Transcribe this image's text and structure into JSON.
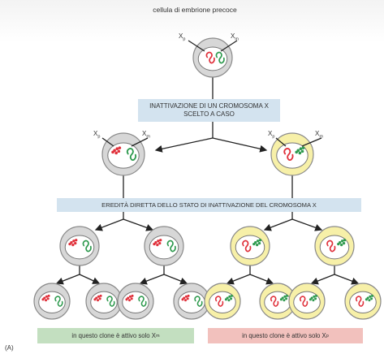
{
  "diagram": {
    "title": "cellula di embrione precoce",
    "banner_random": "INATTIVAZIONE DI UN CROMOSOMA X\nSCELTO A CASO",
    "banner_inherit": "EREDITÀ DIRETTA DELLO STATO DI INATTIVAZIONE DEL CROMOSOMA X",
    "clone_green_caption_prefix": "in questo clone è attivo solo X",
    "clone_green_caption_sub": "m",
    "clone_red_caption_prefix": "in questo clone è attivo solo X",
    "clone_red_caption_sub": "p",
    "panel_label": "(A)",
    "chromosome_label_letter": "X",
    "paternal_sub": "p",
    "maternal_sub": "m"
  },
  "colors": {
    "paternal": "#e0303a",
    "maternal": "#2e9a4e",
    "cell_grey": "#d7d7d7",
    "cell_yellow": "#f7f0a8",
    "nucleus": "#ffffff",
    "banner": "#d3e3ef",
    "green_box": "#c3dfc0",
    "red_box": "#f2c1bd",
    "arrow": "#222222"
  }
}
